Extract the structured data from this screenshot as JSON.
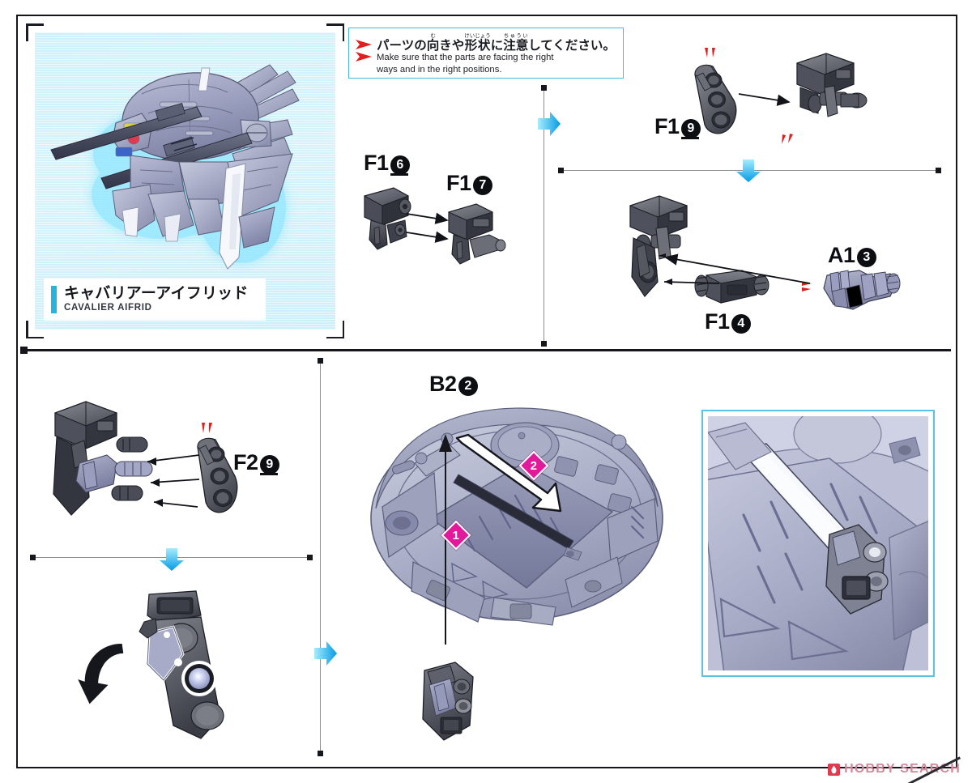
{
  "page": {
    "title": "Cavalier Aifrid Assembly Instructions",
    "background_color": "#ffffff",
    "frame_color": "#15161c"
  },
  "hero": {
    "name": "hero-product-image",
    "title_jp": "キャバリアーアイフリッド",
    "title_en": "CAVALIER AIFRID",
    "accent_color": "#25b4e0",
    "background_color": "#cdf1fb"
  },
  "notice": {
    "name": "parts-orientation-notice",
    "border_color": "#42b9e2",
    "marker_color": "#e02020",
    "jp_segments": [
      {
        "base": "パーツの",
        "ruby": ""
      },
      {
        "base": "向",
        "ruby": "む"
      },
      {
        "base": "きや",
        "ruby": ""
      },
      {
        "base": "形状",
        "ruby": "けいじょう"
      },
      {
        "base": "に",
        "ruby": ""
      },
      {
        "base": "注意",
        "ruby": "ちゅうい"
      },
      {
        "base": "してください。",
        "ruby": ""
      }
    ],
    "en_line_1": "Make sure that the parts are facing the right",
    "en_line_2": "ways and in the right positions."
  },
  "steps": {
    "f16_label": {
      "prefix": "F1",
      "number": "6"
    },
    "f17_label": {
      "prefix": "F1",
      "number": "7"
    },
    "f19_label": {
      "prefix": "F1",
      "number": "9"
    },
    "f14_label": {
      "prefix": "F1",
      "number": "4"
    },
    "a13_label": {
      "prefix": "A1",
      "number": "3"
    },
    "f29_label": {
      "prefix": "F2",
      "number": "9"
    },
    "b22_label": {
      "prefix": "B2",
      "number": "2"
    }
  },
  "callouts": {
    "step_one": "1",
    "step_two": "2",
    "badge_color": "#e2199a"
  },
  "inset": {
    "name": "assembly-detail-inset",
    "border_color": "#56c3e8"
  },
  "flow_arrows": {
    "color_light": "#7fe3fb",
    "color_dark": "#0aa3e0"
  },
  "watermark": {
    "text": "HOBBY SEARCH",
    "logo_color": "#e03a4e",
    "text_color": "#d4889a"
  }
}
